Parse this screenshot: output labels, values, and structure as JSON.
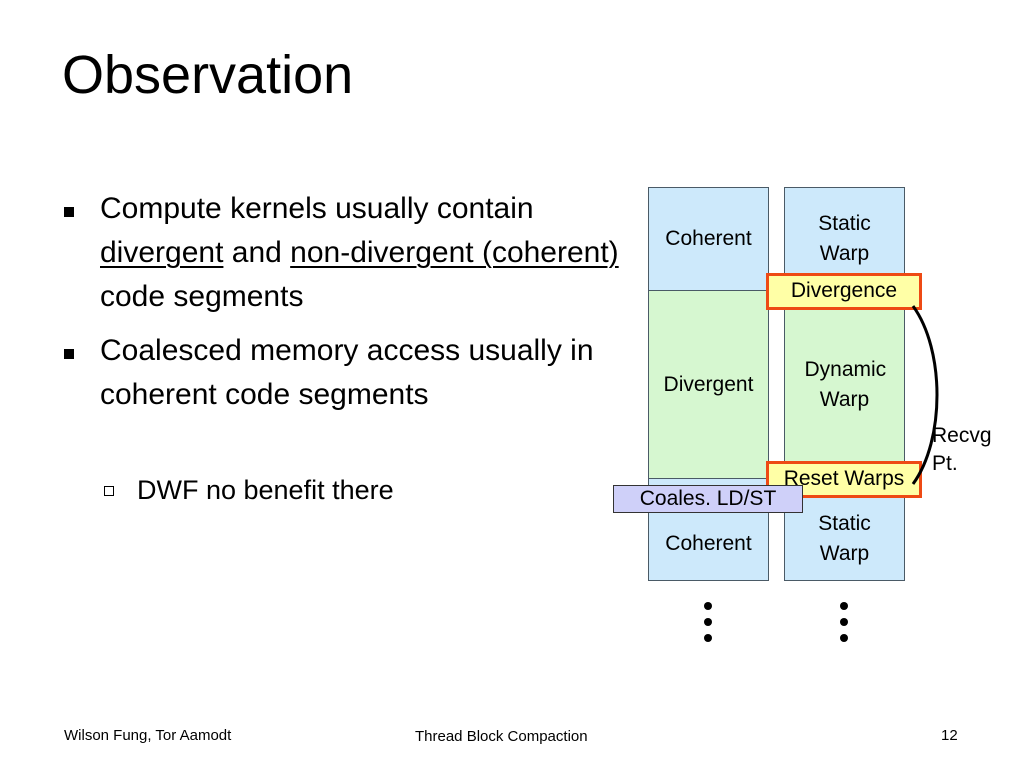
{
  "slide": {
    "title": "Observation",
    "bullets": [
      {
        "parts": [
          "Compute kernels usually contain ",
          "divergent",
          " and ",
          "non-divergent (coherent)",
          " code segments"
        ]
      },
      {
        "text": "Coalesced memory access usually in coherent code segments",
        "sub": [
          "DWF no benefit there"
        ]
      }
    ]
  },
  "diagram": {
    "left_column": [
      "Coherent",
      "Divergent",
      "Coherent"
    ],
    "right_column": [
      "Static Warp",
      "Dynamic Warp",
      "Static Warp"
    ],
    "tags": {
      "divergence": "Divergence",
      "reset_warps": "Reset Warps",
      "coales": "Coales. LD/ST"
    },
    "recvg_label": "Recvg Pt.",
    "colors": {
      "coherent_fill": "#cde9fb",
      "divergent_fill": "#d6f7d0",
      "tag_border": "#ee4a14",
      "tag_fill": "#ffffa6",
      "coales_fill": "#cfd0f9"
    }
  },
  "footer": {
    "authors": "Wilson Fung, Tor Aamodt",
    "title": "Thread Block Compaction",
    "page": "12"
  }
}
